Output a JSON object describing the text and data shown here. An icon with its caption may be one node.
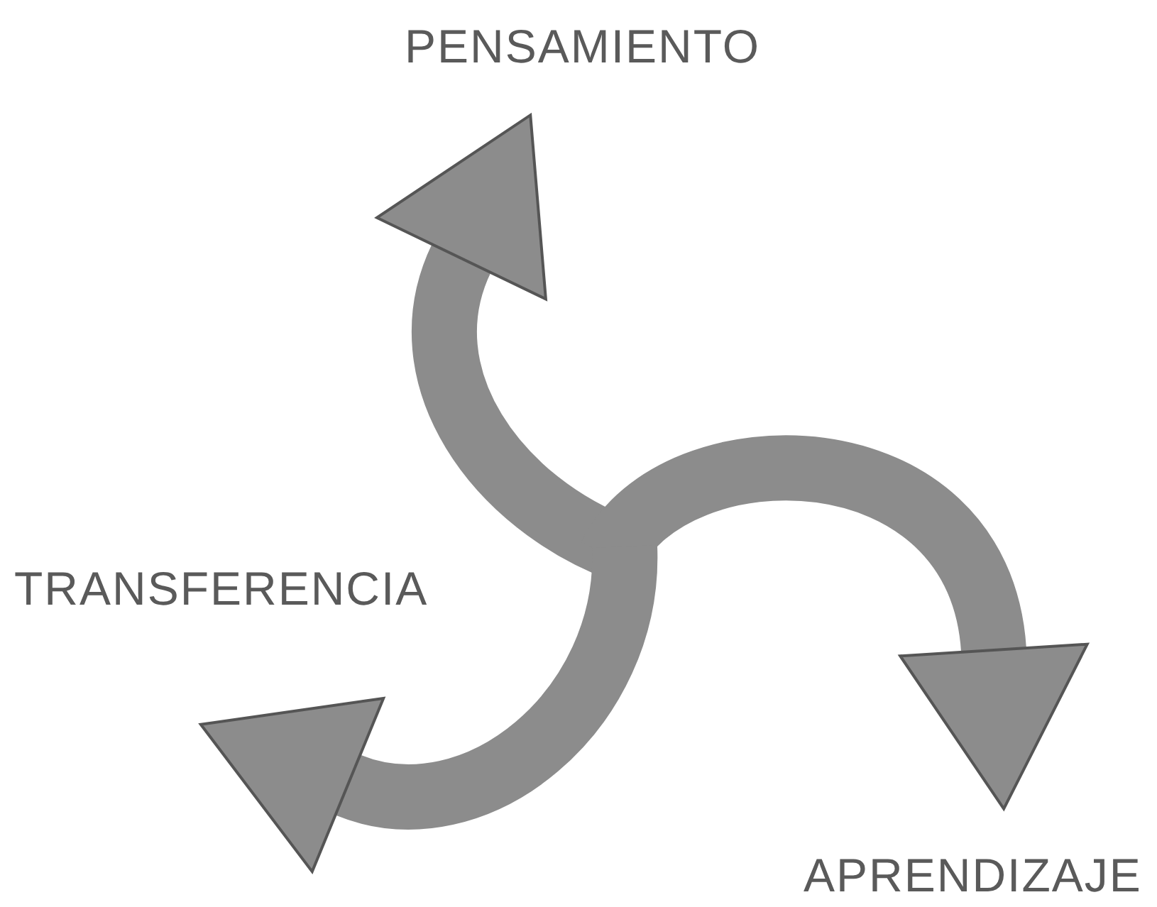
{
  "diagram": {
    "nodes": [
      {
        "text": [
          "PENSAMIENTO"
        ]
      },
      {
        "text": [
          "TRANSFERENCIA"
        ]
      },
      {
        "text": [
          "APRENDIZAJE"
        ]
      }
    ],
    "edges": [
      {
        "from": null,
        "to": 0,
        "arrow": "to"
      },
      {
        "from": null,
        "to": 2,
        "arrow": "to"
      },
      {
        "from": null,
        "to": 1,
        "arrow": "to"
      }
    ]
  }
}
